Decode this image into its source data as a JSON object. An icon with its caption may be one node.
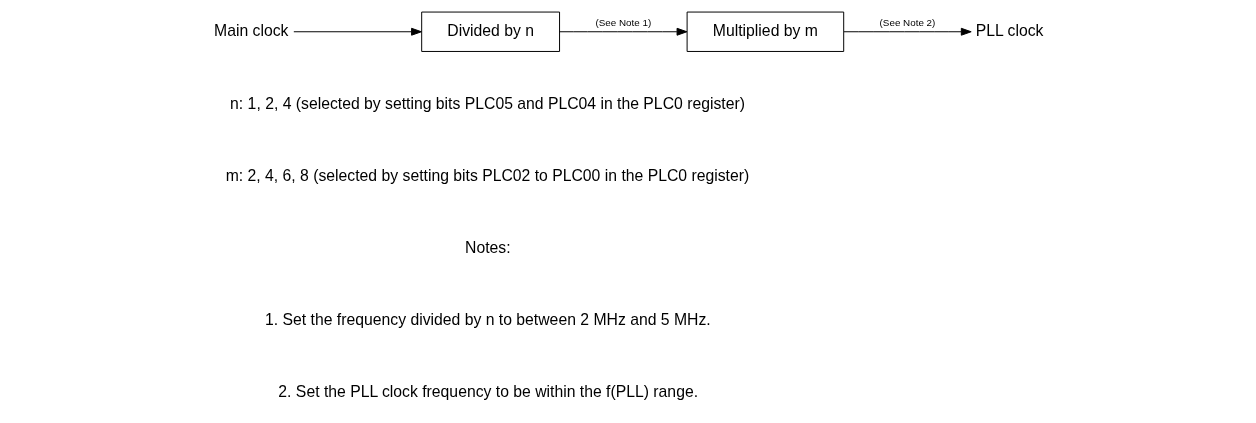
{
  "diagram": {
    "nodes": [
      {
        "text": [
          "Main clock"
        ]
      },
      {
        "text": [
          "Divided by n"
        ]
      },
      {
        "text": [
          "Multiplied by m"
        ]
      },
      {
        "text": [
          "PLL clock"
        ]
      }
    ],
    "edges": [
      {
        "from": 0,
        "to": 1,
        "arrow": "to"
      },
      {
        "from": 1,
        "to": 2,
        "arrow": "to",
        "label": "(See Note 1)"
      },
      {
        "from": 2,
        "to": 3,
        "arrow": "to",
        "label": "(See Note 2)"
      }
    ],
    "labels": [
      "n: 1, 2, 4 (selected by setting bits PLC05 and PLC04 in the PLC0 register)",
      "m: 2, 4, 6, 8 (selected by setting bits PLC02 to PLC00 in the PLC0 register)",
      "Notes:",
      "1. Set the frequency divided by n to between 2 MHz and 5 MHz.",
      "2. Set the PLL clock frequency to be within the f(PLL) range."
    ]
  }
}
